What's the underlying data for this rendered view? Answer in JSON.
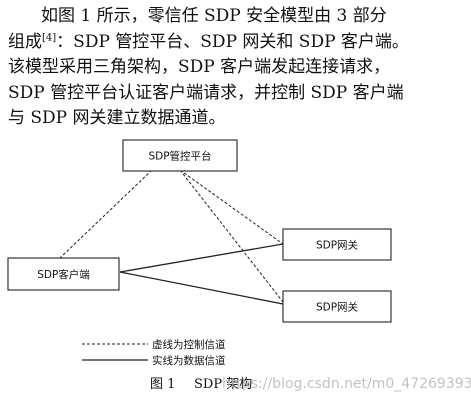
{
  "paragraph": {
    "line1": "如图 1 所示，零信任 SDP 安全模型由 3 部分",
    "line2_start": "组成",
    "citation": "[4]",
    "line2_end": "：SDP 管控平台、SDP 网关和 SDP 客户端。",
    "line3": "该模型采用三角架构，SDP 客户端发起连接请求，",
    "line4": "SDP 管控平台认证客户端请求，并控制 SDP 客户端",
    "line5": "与 SDP 网关建立数据通道。"
  },
  "diagram": {
    "nodes": {
      "controller": "SDP管控平台",
      "client": "SDP客户端",
      "gateway1": "SDP网关",
      "gateway2": "SDP网关"
    },
    "legend": {
      "dashed": "虚线为控制信道",
      "solid": "实线为数据信道"
    }
  },
  "caption": {
    "label": "图 1",
    "title": "SDP 架构"
  },
  "watermark": "https://blog.csdn.net/m0_47269393",
  "colors": {
    "text": "#111111",
    "line": "#222222",
    "watermark": "#b8b8b8"
  }
}
